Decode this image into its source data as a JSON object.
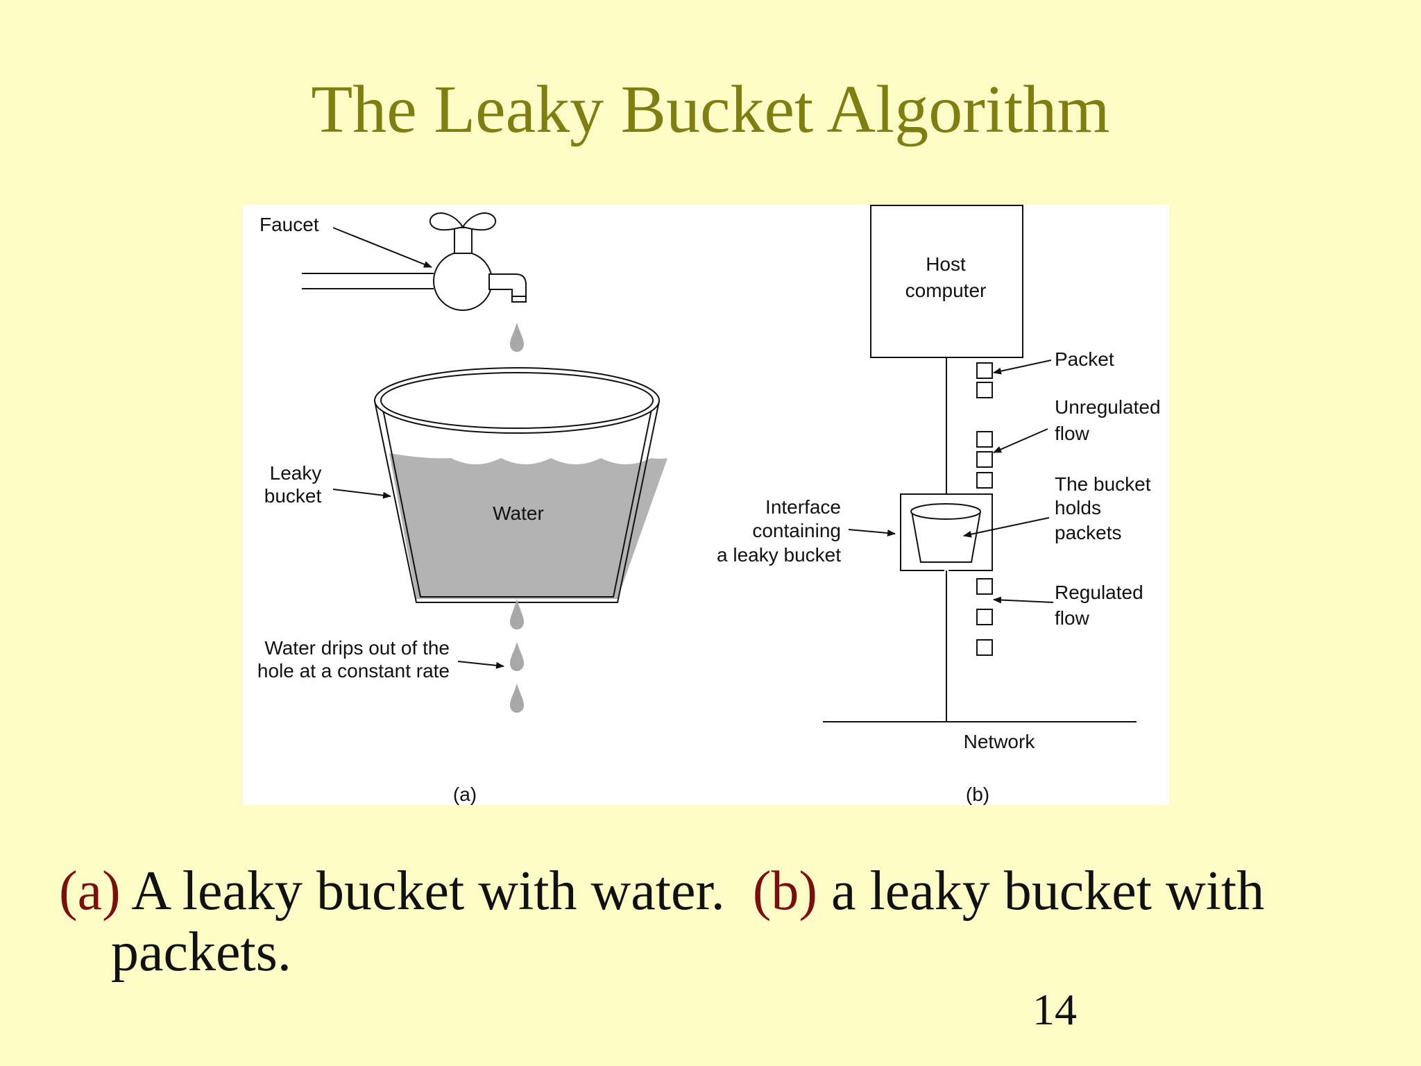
{
  "slide": {
    "title": "The Leaky Bucket Algorithm",
    "page_number": "14"
  },
  "figure_a": {
    "faucet_label": "Faucet",
    "leaky_bucket_label_line1": "Leaky",
    "leaky_bucket_label_line2": "bucket",
    "water_label": "Water",
    "drip_label_line1": "Water drips out of the",
    "drip_label_line2": "hole at a constant rate",
    "panel_label": "(a)"
  },
  "figure_b": {
    "host_label_line1": "Host",
    "host_label_line2": "computer",
    "packet_label": "Packet",
    "unregulated_label_line1": "Unregulated",
    "unregulated_label_line2": "flow",
    "bucket_holds_line1": "The bucket",
    "bucket_holds_line2": "holds",
    "bucket_holds_line3": "packets",
    "interface_label_line1": "Interface",
    "interface_label_line2": "containing",
    "interface_label_line3": "a leaky bucket",
    "regulated_label_line1": "Regulated",
    "regulated_label_line2": "flow",
    "network_label": "Network",
    "panel_label": "(b)"
  },
  "caption": {
    "marker_a": "(a)",
    "text_a": " A leaky bucket with water.  ",
    "marker_b": "(b)",
    "text_b": " a leaky bucket with",
    "text_line2": "packets."
  },
  "colors": {
    "background": "#fdfcc6",
    "title": "#7e7e13",
    "caption_marker": "#7a0f0f",
    "water": "#b3b3b3"
  }
}
